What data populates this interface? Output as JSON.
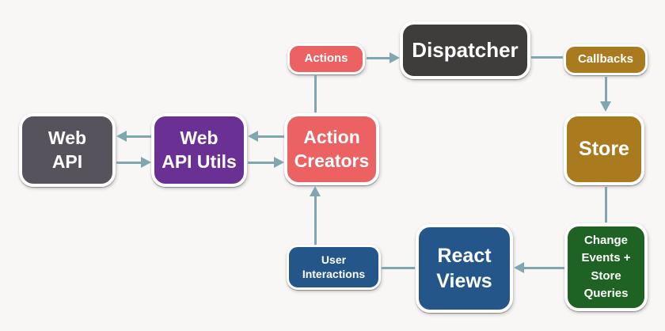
{
  "theme": {
    "background": "#f8f7f6",
    "connector": "#80a7b0",
    "text": "#ffffff"
  },
  "nodes": {
    "web_api": {
      "label": "Web API",
      "lines": [
        "Web",
        "API"
      ],
      "color": "#56535c"
    },
    "web_api_utils": {
      "label": "Web API Utils",
      "lines": [
        "Web",
        "API Utils"
      ],
      "color": "#6b3094"
    },
    "action_creators": {
      "label": "Action Creators",
      "lines": [
        "Action",
        "Creators"
      ],
      "color": "#ec6262"
    },
    "actions": {
      "label": "Actions",
      "color": "#ec6262"
    },
    "dispatcher": {
      "label": "Dispatcher",
      "color": "#3f3c3c"
    },
    "callbacks": {
      "label": "Callbacks",
      "color": "#aa7a1e"
    },
    "store": {
      "label": "Store",
      "color": "#aa7a1e"
    },
    "change_events": {
      "label": "Change Events + Store Queries",
      "lines": [
        "Change",
        "Events +",
        "Store",
        "Queries"
      ],
      "color": "#1e6323"
    },
    "react_views": {
      "label": "React Views",
      "lines": [
        "React",
        "Views"
      ],
      "color": "#24568a"
    },
    "user_interactions": {
      "label": "User Interactions",
      "lines": [
        "User",
        "Interactions"
      ],
      "color": "#24568a"
    }
  }
}
